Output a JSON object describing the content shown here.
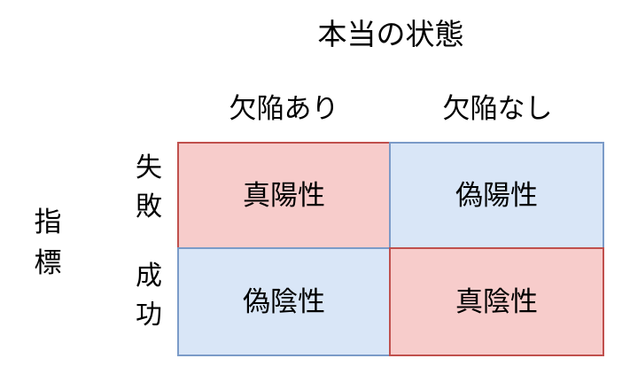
{
  "diagram": {
    "kind": "confusion-matrix",
    "title": "本当の状態",
    "axis_label_left": "指標",
    "axis_label_left_chars": [
      "指",
      "標"
    ],
    "columns": [
      {
        "id": "defect-present",
        "label": "欠陥あり"
      },
      {
        "id": "defect-absent",
        "label": "欠陥なし"
      }
    ],
    "rows": [
      {
        "id": "fail",
        "label": "失敗",
        "chars": [
          "失",
          "敗"
        ]
      },
      {
        "id": "success",
        "label": "成功",
        "chars": [
          "成",
          "功"
        ]
      }
    ],
    "cells": [
      {
        "id": "true-positive",
        "label": "真陽性",
        "row": "fail",
        "column": "defect-present",
        "category": "pos"
      },
      {
        "id": "false-positive",
        "label": "偽陽性",
        "row": "fail",
        "column": "defect-absent",
        "category": "neg"
      },
      {
        "id": "false-negative",
        "label": "偽陰性",
        "row": "success",
        "column": "defect-present",
        "category": "neg"
      },
      {
        "id": "true-negative",
        "label": "真陰性",
        "row": "success",
        "column": "defect-absent",
        "category": "pos"
      }
    ],
    "colors": {
      "pink_fill": "#F7CCCB",
      "pink_border": "#C0504D",
      "blue_fill": "#D9E6F7",
      "blue_border": "#7B9BC8",
      "text": "#000000",
      "background": "#FFFFFF"
    }
  }
}
